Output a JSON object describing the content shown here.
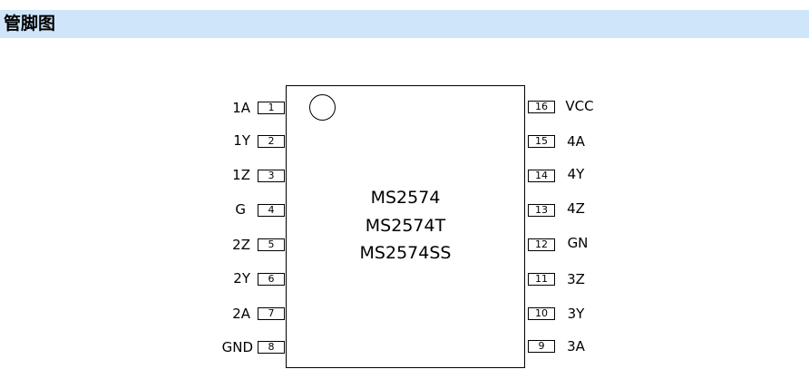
{
  "header": {
    "title": "管脚图"
  },
  "chip": {
    "names": [
      "MS2574",
      "MS2574T",
      "MS2574SS"
    ]
  },
  "left_pins": [
    {
      "number": "1",
      "label": "1A"
    },
    {
      "number": "2",
      "label": "1Y"
    },
    {
      "number": "3",
      "label": "1Z"
    },
    {
      "number": "4",
      "label": "G"
    },
    {
      "number": "5",
      "label": "2Z"
    },
    {
      "number": "6",
      "label": "2Y"
    },
    {
      "number": "7",
      "label": "2A"
    },
    {
      "number": "8",
      "label": "GND"
    }
  ],
  "right_pins": [
    {
      "number": "16",
      "label": "VCC"
    },
    {
      "number": "15",
      "label": "4A"
    },
    {
      "number": "14",
      "label": "4Y"
    },
    {
      "number": "13",
      "label": "4Z"
    },
    {
      "number": "12",
      "label": "GN"
    },
    {
      "number": "11",
      "label": "3Z"
    },
    {
      "number": "10",
      "label": "3Y"
    },
    {
      "number": "9",
      "label": "3A"
    }
  ]
}
